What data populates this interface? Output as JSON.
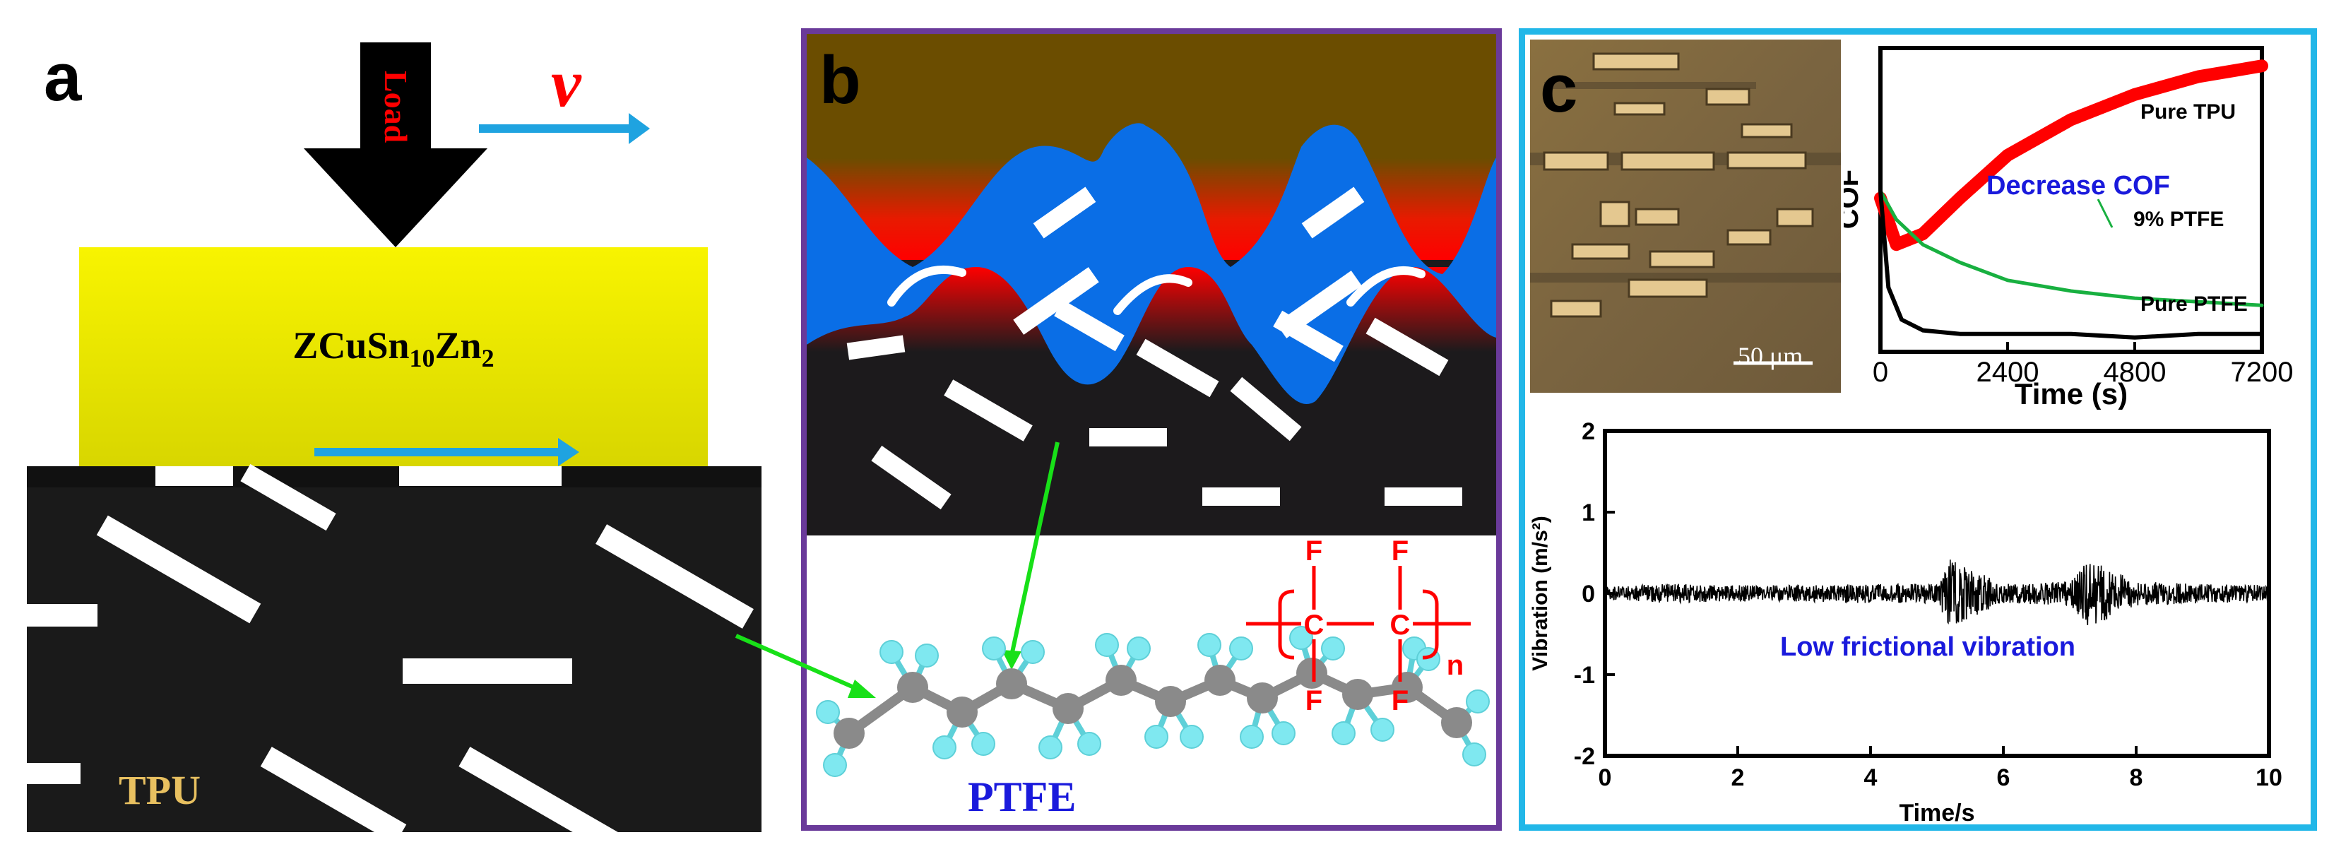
{
  "panel_a": {
    "letter": "a",
    "load_label": "Load",
    "velocity_label": "v",
    "block_label_main": "ZCuSn",
    "block_sub1": "10",
    "block_mid": "Zn",
    "block_sub2": "2",
    "substrate_label": "TPU",
    "colors": {
      "block": "#f2f000",
      "substrate": "#1a1a1a",
      "arrow": "#1fa3e0",
      "load_text": "#ff0000",
      "tpu_text": "#e8c060"
    }
  },
  "panel_b": {
    "letter": "b",
    "molecule_label": "PTFE",
    "formula": {
      "atoms_top": [
        "F",
        "F"
      ],
      "atoms_mid": [
        "C",
        "C"
      ],
      "atoms_bottom": [
        "F",
        "F"
      ],
      "subscript": "n"
    },
    "colors": {
      "frame": "#6a3a9a",
      "top": "#6b4d00",
      "polymer": "#0a6ee6",
      "hot": "#ff0000",
      "formula": "#ff0000",
      "label": "#1a1adc"
    }
  },
  "panel_c": {
    "letter": "c",
    "scale_bar": "50 μm",
    "colors": {
      "frame": "#22b7e8"
    },
    "cof_chart": {
      "ylabel": "COF",
      "xlabel": "Time (s)",
      "x_ticks": [
        "0",
        "2400",
        "4800",
        "7200"
      ],
      "annotation": "Decrease COF",
      "series_labels": [
        "Pure TPU",
        "9% PTFE",
        "Pure PTFE"
      ]
    },
    "vibration_chart": {
      "ylabel": "Vibration (m/s²)",
      "xlabel": "Time/s",
      "annotation": "Low frictional vibration",
      "x_ticks": [
        "0",
        "2",
        "4",
        "6",
        "8",
        "10"
      ],
      "y_ticks": [
        "2",
        "1",
        "0",
        "-1",
        "-2"
      ]
    }
  },
  "chart_data": [
    {
      "type": "line",
      "title": "",
      "xlabel": "Time (s)",
      "ylabel": "COF",
      "xlim": [
        0,
        7200
      ],
      "series": [
        {
          "name": "Pure TPU",
          "color": "#ff0000",
          "x": [
            0,
            300,
            800,
            1500,
            2400,
            3600,
            4800,
            6000,
            7200
          ],
          "y": [
            0.58,
            0.45,
            0.48,
            0.58,
            0.7,
            0.8,
            0.87,
            0.92,
            0.95
          ]
        },
        {
          "name": "9% PTFE",
          "color": "#18b040",
          "x": [
            0,
            300,
            800,
            1500,
            2400,
            3600,
            4800,
            6000,
            7200
          ],
          "y": [
            0.6,
            0.52,
            0.45,
            0.4,
            0.35,
            0.32,
            0.3,
            0.29,
            0.28
          ]
        },
        {
          "name": "Pure PTFE",
          "color": "#000000",
          "x": [
            0,
            150,
            400,
            800,
            1500,
            2400,
            3600,
            4800,
            6000,
            7200
          ],
          "y": [
            0.6,
            0.33,
            0.24,
            0.21,
            0.2,
            0.2,
            0.2,
            0.19,
            0.2,
            0.2
          ]
        }
      ]
    },
    {
      "type": "line",
      "title": "",
      "xlabel": "Time/s",
      "ylabel": "Vibration (m/s²)",
      "xlim": [
        0,
        10
      ],
      "ylim": [
        -2,
        2
      ],
      "series": [
        {
          "name": "",
          "color": "#000000",
          "x": [
            0,
            1,
            2,
            3,
            4,
            5,
            5.2,
            6,
            7,
            7.3,
            8,
            9,
            10
          ],
          "y": [
            0.08,
            0.12,
            0.1,
            0.1,
            0.12,
            0.12,
            0.42,
            0.12,
            0.15,
            0.42,
            0.15,
            0.12,
            0.1
          ]
        }
      ]
    }
  ]
}
